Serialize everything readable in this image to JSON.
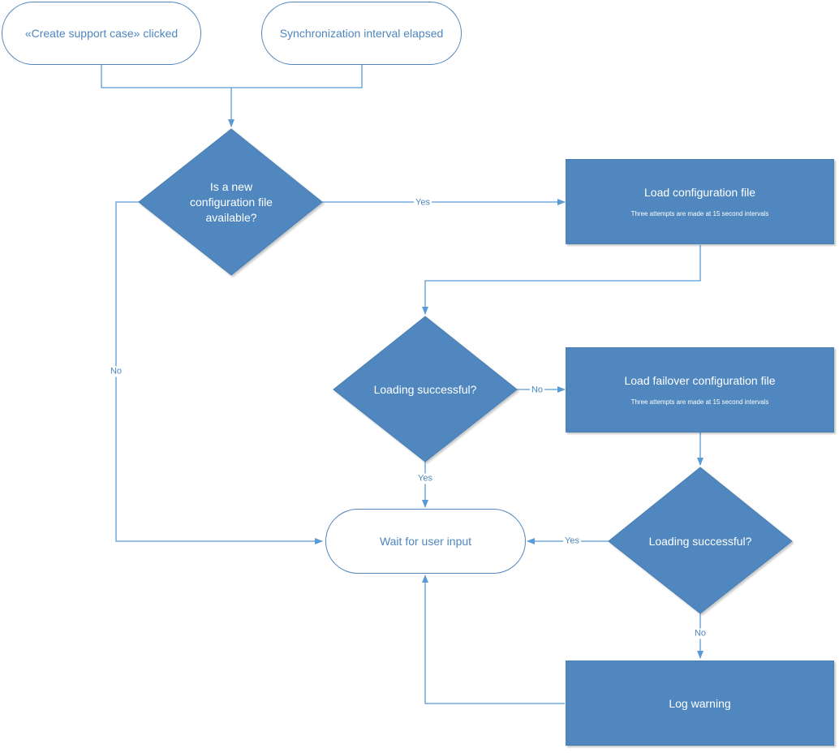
{
  "terminals": {
    "create_case": "«Create support case» clicked",
    "sync_elapsed": "Synchronization interval elapsed",
    "wait_input": "Wait for user input"
  },
  "decisions": {
    "new_config": "Is a new configuration file available?",
    "loading_1": "Loading successful?",
    "loading_2": "Loading successful?"
  },
  "processes": {
    "load_config": {
      "title": "Load configuration file",
      "note": "Three attempts are made at 15 second intervals"
    },
    "load_failover": {
      "title": "Load failover configuration file",
      "note": "Three attempts are made at 15 second intervals"
    },
    "log_warning": {
      "title": "Log warning"
    }
  },
  "edge_labels": {
    "new_config_yes": "Yes",
    "new_config_no": "No",
    "loading_1_no": "No",
    "loading_1_yes": "Yes",
    "loading_2_yes": "Yes",
    "loading_2_no": "No"
  },
  "colors": {
    "shape_fill": "#4f87be",
    "line": "#5b9bd5",
    "text_on_shape": "#ffffff",
    "text_on_white": "#4f86be"
  }
}
